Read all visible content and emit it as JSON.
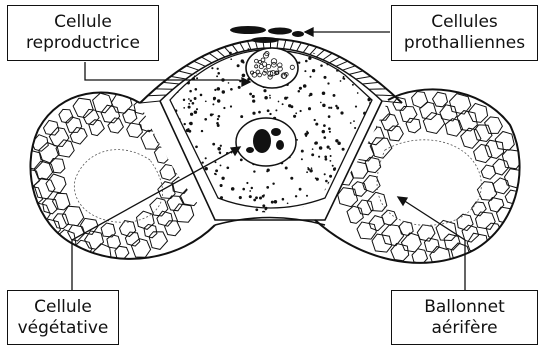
{
  "labels": {
    "reproductive_cell": {
      "line1": "Cellule",
      "line2": "reproductrice"
    },
    "prothallial_cells": {
      "line1": "Cellules",
      "line2": "prothalliennes"
    },
    "vegetative_cell": {
      "line1": "Cellule",
      "line2": "végétative"
    },
    "air_bladder": {
      "line1": "Ballonnet",
      "line2": "aérifère"
    }
  },
  "colors": {
    "ink": "#111111",
    "background": "#ffffff"
  }
}
